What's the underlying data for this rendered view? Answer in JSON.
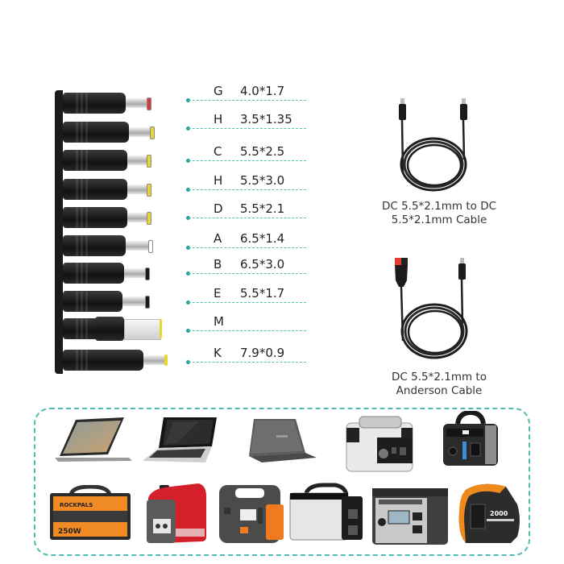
{
  "connector_specs": [
    {
      "letter": "G",
      "size": "4.0*1.7",
      "tip_color": "#d83a3a"
    },
    {
      "letter": "H",
      "size": "3.5*1.35",
      "tip_color": "#e6d630"
    },
    {
      "letter": "C",
      "size": "5.5*2.5",
      "tip_color": "#e6d630"
    },
    {
      "letter": "H",
      "size": "5.5*3.0",
      "tip_color": "#e6d630"
    },
    {
      "letter": "D",
      "size": "5.5*2.1",
      "tip_color": "#e6d630"
    },
    {
      "letter": "A",
      "size": "6.5*1.4",
      "tip_color": "#ffffff"
    },
    {
      "letter": "B",
      "size": "6.5*3.0",
      "tip_color": "#1a1a1a"
    },
    {
      "letter": "E",
      "size": "5.5*1.7",
      "tip_color": "#1a1a1a"
    },
    {
      "letter": "M",
      "size": "",
      "tip_color": "#e6d630"
    },
    {
      "letter": "K",
      "size": "7.9*0.9",
      "tip_color": "#e6d630"
    }
  ],
  "cables": [
    {
      "caption_line1": "DC 5.5*2.1mm to DC",
      "caption_line2": "5.5*2.1mm Cable"
    },
    {
      "caption_line1": "DC 5.5*2.1mm to",
      "caption_line2": "Anderson Cable"
    }
  ],
  "colors": {
    "accent_teal": "#22a49a",
    "dashed_teal": "#4dbdb1",
    "text": "#222222",
    "background": "#ffffff"
  },
  "devices": {
    "row1": [
      "convertible-laptop",
      "silver-laptop",
      "gray-laptop",
      "silver-power-station",
      "black-power-station"
    ],
    "row2": [
      "orange-power-station-250w",
      "red-generator",
      "gray-orange-power-station",
      "silver-power-bank",
      "lcd-power-station",
      "orange-inverter-generator"
    ],
    "labels": {
      "rockpals_brand": "ROCKPALS",
      "rockpals_wattage": "250W",
      "generator_wattage": "2000"
    }
  }
}
